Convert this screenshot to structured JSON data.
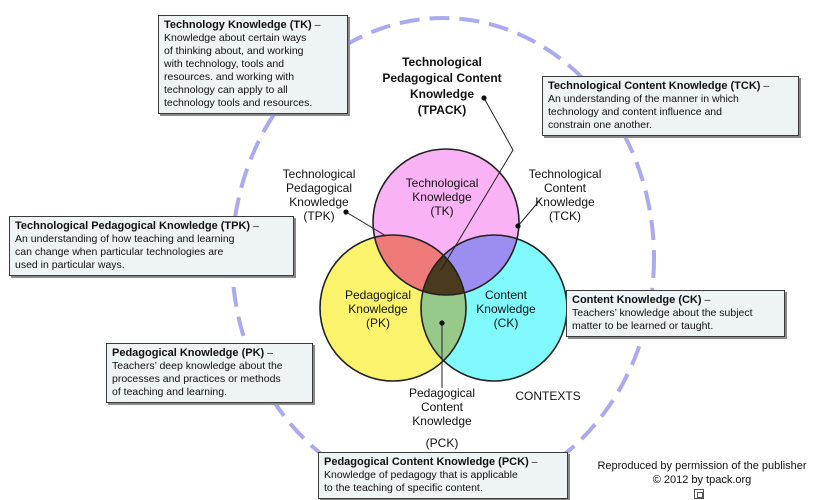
{
  "center": {
    "tpack": [
      "Technological",
      "Pedagogical Content",
      "Knowledge",
      "(TPACK)"
    ],
    "contexts": "CONTEXTS"
  },
  "circles": {
    "tk": [
      "Technological",
      "Knowledge",
      "(TK)"
    ],
    "pk": [
      "Pedagogical",
      "Knowledge",
      "(PK)"
    ],
    "ck": [
      "Content",
      "Knowledge",
      "(CK)"
    ]
  },
  "outer_labels": {
    "tpk": [
      "Technological",
      "Pedagogical",
      "Knowledge",
      "(TPK)"
    ],
    "tck": [
      "Technological",
      "Content",
      "Knowledge",
      "(TCK)"
    ],
    "pck": [
      "Pedagogical",
      "Content",
      "Knowledge",
      "(PCK)"
    ]
  },
  "colors": {
    "tk": "#f9b3f5",
    "pk": "#fbf36c",
    "ck": "#7ff9fb",
    "tpk": "#ee7a7a",
    "tck": "#9b8ef0",
    "pck": "#96c98a",
    "tpack": "#4a3a1e",
    "dash": "#aaaaf0",
    "box_bg": "#eef3f6"
  },
  "boxes": {
    "tk": {
      "title": "Technology Knowledge (TK)",
      "sep": " –",
      "lines": [
        "Knowledge about certain ways",
        "of thinking about, and working",
        "with technology, tools and",
        "resources. and working with",
        "technology can apply to all",
        "technology tools and resources."
      ]
    },
    "tck": {
      "title": "Technological Content Knowledge (TCK)",
      "sep": " –",
      "lines": [
        "An understanding of the manner in which",
        "technology and content influence and",
        "constrain one another."
      ]
    },
    "tpk": {
      "title": "Technological Pedagogical Knowledge (TPK)",
      "sep": " –",
      "lines": [
        "An understanding of how teaching and learning",
        "can change when particular technologies are",
        "used in particular ways."
      ]
    },
    "ck": {
      "title": "Content Knowledge (CK)",
      "sep": " –",
      "lines": [
        "Teachers’ knowledge about the subject",
        "matter to be learned or taught."
      ]
    },
    "pk": {
      "title": "Pedagogical Knowledge (PK)",
      "sep": " –",
      "lines": [
        "Teachers’ deep knowledge about the",
        "processes and practices or methods",
        "of teaching and learning."
      ]
    },
    "pck": {
      "title": "Pedagogical Content Knowledge (PCK)",
      "sep": " –",
      "lines": [
        "Knowledge of pedagogy that is applicable",
        "to the teaching of specific content."
      ]
    }
  },
  "credit": [
    "Reproduced by permission of the publisher",
    "© 2012 by tpack.org"
  ]
}
